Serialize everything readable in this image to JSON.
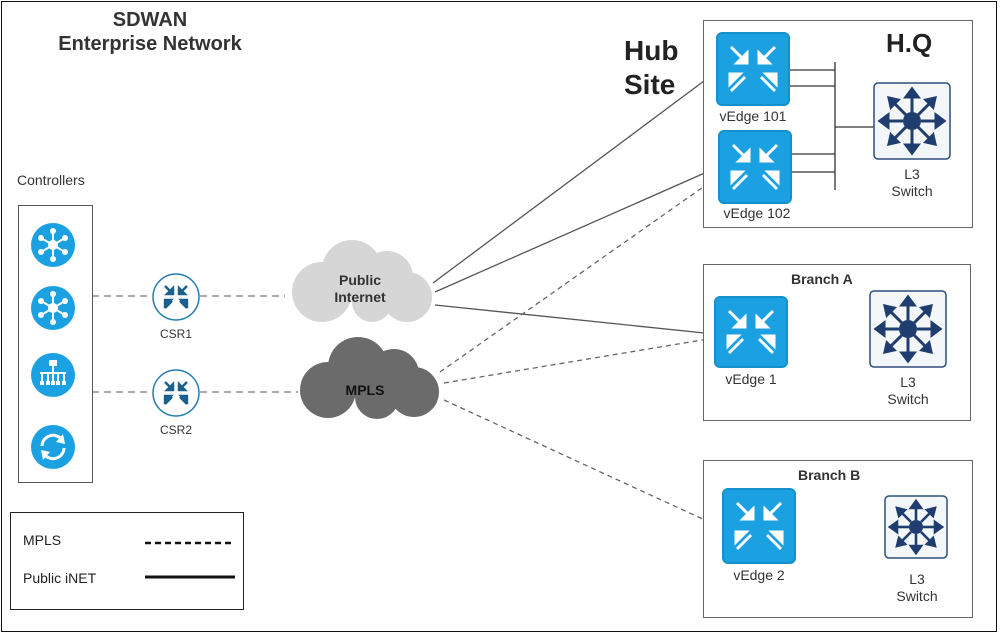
{
  "title": {
    "line1": "SDWAN",
    "line2": "Enterprise Network"
  },
  "hub_label": {
    "line1": "Hub",
    "line2": "Site"
  },
  "controllers": {
    "label": "Controllers",
    "icons": [
      "controller-icon",
      "controller-icon",
      "orchestrator-icon",
      "refresh-icon"
    ]
  },
  "csr": [
    {
      "label": "CSR1"
    },
    {
      "label": "CSR2"
    }
  ],
  "clouds": {
    "internet": {
      "line1": "Public",
      "line2": "Internet"
    },
    "mpls": {
      "label": "MPLS"
    }
  },
  "hq": {
    "title": "H.Q",
    "edges": [
      "vEdge 101",
      "vEdge 102"
    ],
    "switch": {
      "line1": "L3",
      "line2": "Switch"
    }
  },
  "branch_a": {
    "title": "Branch A",
    "edge": "vEdge 1",
    "switch": {
      "line1": "L3",
      "line2": "Switch"
    }
  },
  "branch_b": {
    "title": "Branch B",
    "edge": "vEdge 2",
    "switch": {
      "line1": "L3",
      "line2": "Switch"
    }
  },
  "legend": {
    "items": [
      {
        "label": "MPLS",
        "style": "dashed"
      },
      {
        "label": "Public iNET",
        "style": "solid"
      }
    ]
  },
  "colors": {
    "router_blue": "#1ba1e2",
    "switch_navy": "#1f3d6e",
    "internet_cloud": "#d6d6d6",
    "mpls_cloud": "#6b6b6b",
    "csr_stroke": "#2a7fb0"
  }
}
